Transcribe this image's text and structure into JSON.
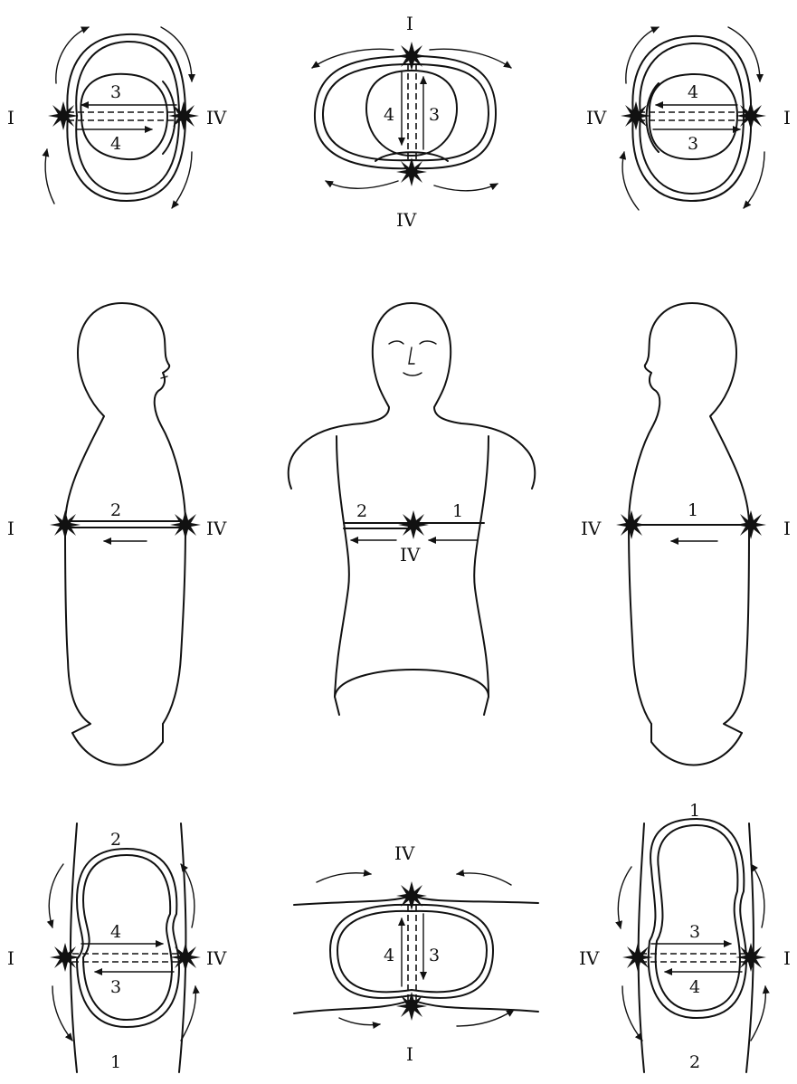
{
  "labels": {
    "roman_one": "I",
    "roman_four": "IV"
  },
  "numbers": {
    "one": "1",
    "two": "2",
    "three": "3",
    "four": "4"
  }
}
